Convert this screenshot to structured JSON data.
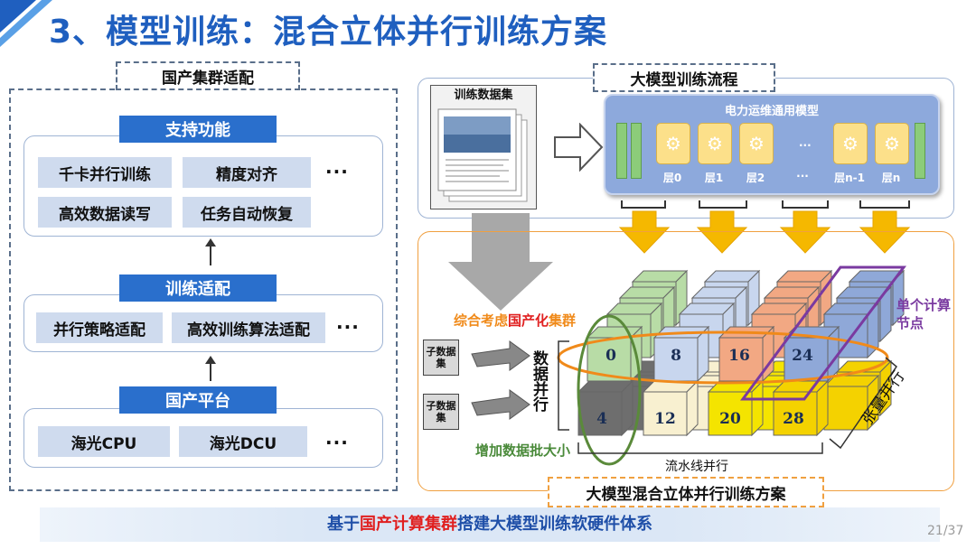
{
  "title": "3、模型训练：混合立体并行训练方案",
  "left_panel": {
    "tag": "国产集群适配",
    "support": {
      "heading": "支持功能",
      "items": [
        "千卡并行训练",
        "精度对齐",
        "高效数据读写",
        "任务自动恢复"
      ],
      "more": "···"
    },
    "adapt": {
      "heading": "训练适配",
      "items": [
        "并行策略适配",
        "高效训练算法适配"
      ],
      "more": "···"
    },
    "platform": {
      "heading": "国产平台",
      "items": [
        "海光CPU",
        "海光DCU"
      ],
      "more": "···"
    }
  },
  "flow": {
    "tag": "大模型训练流程",
    "dataset": "训练数据集",
    "model_title": "电力运维通用模型",
    "layers": [
      "层0",
      "层1",
      "层2",
      "···",
      "层n-1",
      "层n"
    ],
    "model_dots": "···"
  },
  "hybrid": {
    "consider": "综合考虑",
    "domestic": "国产化",
    "cluster": "集群",
    "sub_datasets": [
      "子数据集",
      "子数据集"
    ],
    "data_parallel": "数据并行",
    "batch": "增加数据批大小",
    "pipeline": "流水线并行",
    "tensor": "张量并行",
    "node": "单个计算节点",
    "cube_labels": [
      "0",
      "8",
      "16",
      "24",
      "4",
      "12",
      "20",
      "28"
    ],
    "tag": "大模型混合立体并行训练方案"
  },
  "bottom": {
    "pre": "基于",
    "highlight": "国产计算集群",
    "post": "搭建大模型训练软硬件体系"
  },
  "page": "21/37",
  "colors": {
    "title_blue": "#1f5fbf",
    "header_blue": "#2a6fcc",
    "chip_bg": "#cfdbee",
    "orange": "#f0a040",
    "red": "#e02020",
    "purple": "#7a3aa0",
    "green": "#4a8a3a"
  }
}
